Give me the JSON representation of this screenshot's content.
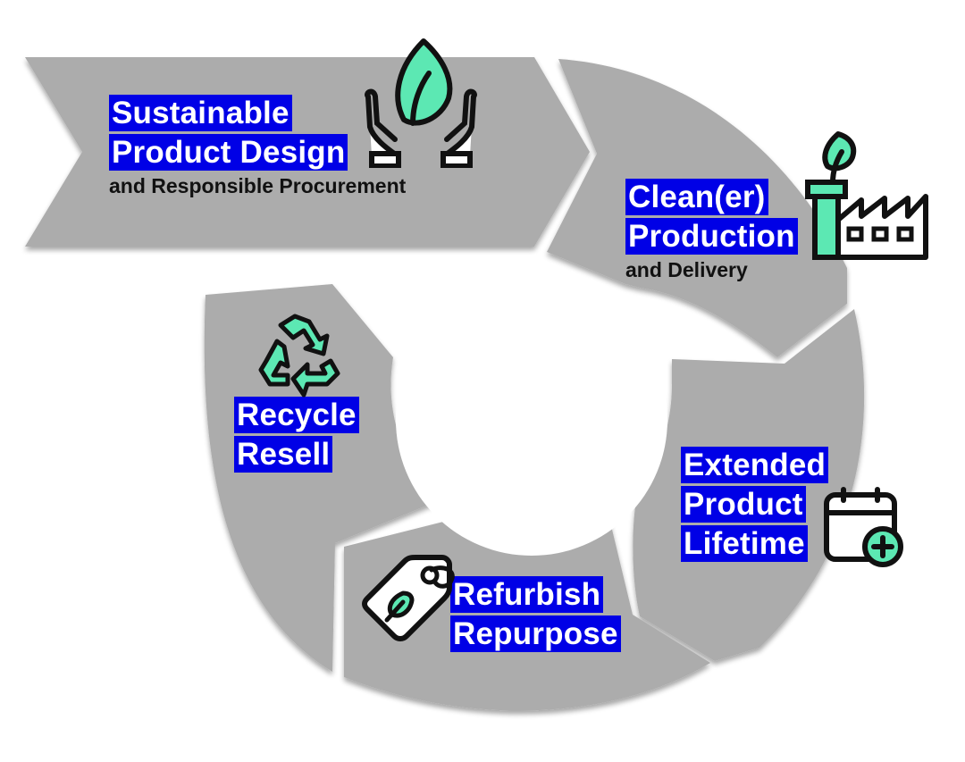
{
  "diagram": {
    "title": "Circular product lifecycle",
    "colors": {
      "segment_fill": "#acacac",
      "label_highlight": "#0000e6",
      "label_text": "#ffffff",
      "subtitle_text": "#111111",
      "icon_accent": "#5ce8b3",
      "icon_outline": "#111111"
    },
    "stages": [
      {
        "id": "design",
        "title_lines": [
          "Sustainable",
          "Product Design"
        ],
        "subtitle": "and Responsible Procurement",
        "icon": "hands-holding-leaf-icon"
      },
      {
        "id": "production",
        "title_lines": [
          "Clean(er)",
          "Production"
        ],
        "subtitle": "and Delivery",
        "icon": "eco-factory-icon"
      },
      {
        "id": "lifetime",
        "title_lines": [
          "Extended",
          "Product",
          "Lifetime"
        ],
        "subtitle": "",
        "icon": "calendar-plus-icon"
      },
      {
        "id": "refurbish",
        "title_lines": [
          "Refurbish",
          "Repurpose"
        ],
        "subtitle": "",
        "icon": "eco-tag-icon"
      },
      {
        "id": "recycle",
        "title_lines": [
          "Recycle",
          "Resell"
        ],
        "subtitle": "",
        "icon": "recycle-icon"
      }
    ]
  }
}
